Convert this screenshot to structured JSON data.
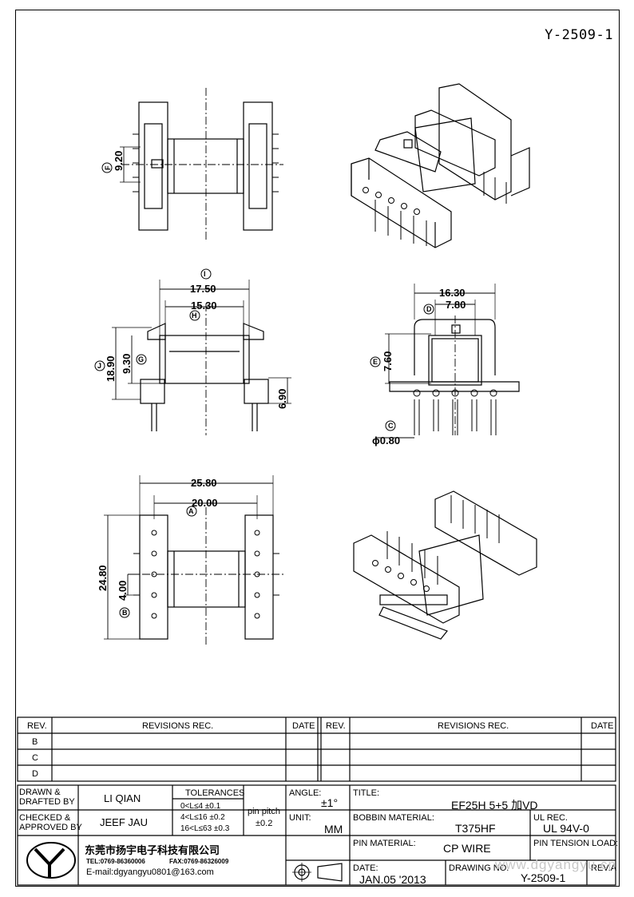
{
  "drawing_number_top": "Y-2509-1",
  "dimensions": {
    "d_9_20": "9.20",
    "d_17_50": "17.50",
    "d_15_30": "15.30",
    "d_18_90": "18.90",
    "d_9_30": "9.30",
    "d_6_90": "6.90",
    "d_16_30": "16.30",
    "d_7_80": "7.80",
    "d_7_60": "7.60",
    "d_phi_0_80": "ϕ0.80",
    "d_25_80": "25.80",
    "d_20_00": "20.00",
    "d_24_80": "24.80",
    "d_4_00": "4.00"
  },
  "markers": {
    "F": "F",
    "I": "I",
    "H": "H",
    "J": "J",
    "G": "G",
    "D": "D",
    "E": "E",
    "C": "C",
    "A": "A",
    "B": "B"
  },
  "revisions": {
    "header_rev": "REV.",
    "header_revisions": "REVISIONS    REC.",
    "header_date": "DATE",
    "rows": [
      "B",
      "C",
      "D"
    ]
  },
  "title_block": {
    "drawn_label": "DRAWN &\nDRAFTED BY",
    "drawn_by": "LI QIAN",
    "checked_label": "CHECKED &\nAPPROVED BY",
    "checked_by": "JEEF JAU",
    "tolerances_label": "TOLERANCES",
    "tol_1": "0<L≤4    ±0.1",
    "tol_2": "4<L≤16  ±0.2",
    "tol_3": "16<L≤63  ±0.3",
    "pin_pitch_label": "pin pitch",
    "pin_pitch_value": "±0.2",
    "angle_label": "ANGLE:",
    "angle_value": "±1°",
    "unit_label": "UNIT:",
    "unit_value": "MM",
    "title_label": "TITLE:",
    "title_value": "EF25H  5+5 加VD",
    "bobbin_label": "BOBBIN MATERIAL:",
    "bobbin_value": "T375HF",
    "ul_label": "UL REC.",
    "ul_value": "UL  94V-0",
    "pin_material_label": "PIN MATERIAL:",
    "pin_material_value": "CP  WIRE",
    "pin_tension_label": "PIN TENSION LOAD:",
    "date_label": "DATE:",
    "date_value": "JAN.05  '2013",
    "drawing_no_label": "DRAWING NO.",
    "drawing_no_value": "Y-2509-1",
    "rev_label": "REV.A",
    "company_cn": "东莞市扬宇电子科技有限公司",
    "tel": "TEL:0769-86360006",
    "fax": "FAX:0769-86326009",
    "email": "E-mail:dgyangyu0801@163.com"
  },
  "watermark": "www.dgyangyu.cn"
}
